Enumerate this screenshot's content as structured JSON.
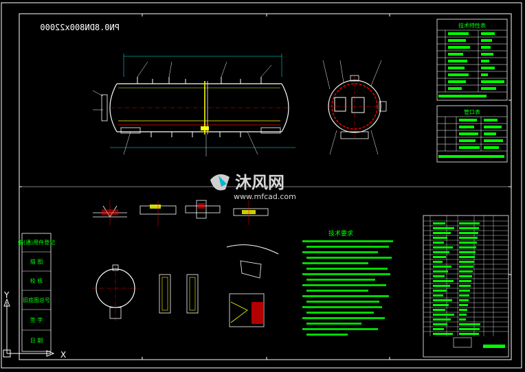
{
  "title_block": {
    "part_no": "PN0.8DN800x22000",
    "tech_table_title": "技术特性表",
    "nozzle_table_title": "管口表",
    "tech_notes_title": "技术要求",
    "left_stamp": [
      "借(通)用件登记",
      "描 图",
      "校 核",
      "旧底图总号",
      "签 字",
      "日 期"
    ],
    "stamp_values": [
      "",
      "",
      "",
      "",
      "",
      ""
    ]
  },
  "watermark": {
    "brand": "沐风网",
    "url": "www.mfcad.com"
  },
  "ucs": {
    "x_label": "X",
    "y_label": "Y"
  },
  "colors": {
    "background": "#000000",
    "outline": "#ffffff",
    "table": "#00ff00",
    "dim": "#00ffff",
    "detail": "#ff0000",
    "accent": "#ffff00",
    "ref": "#ff00ff"
  }
}
